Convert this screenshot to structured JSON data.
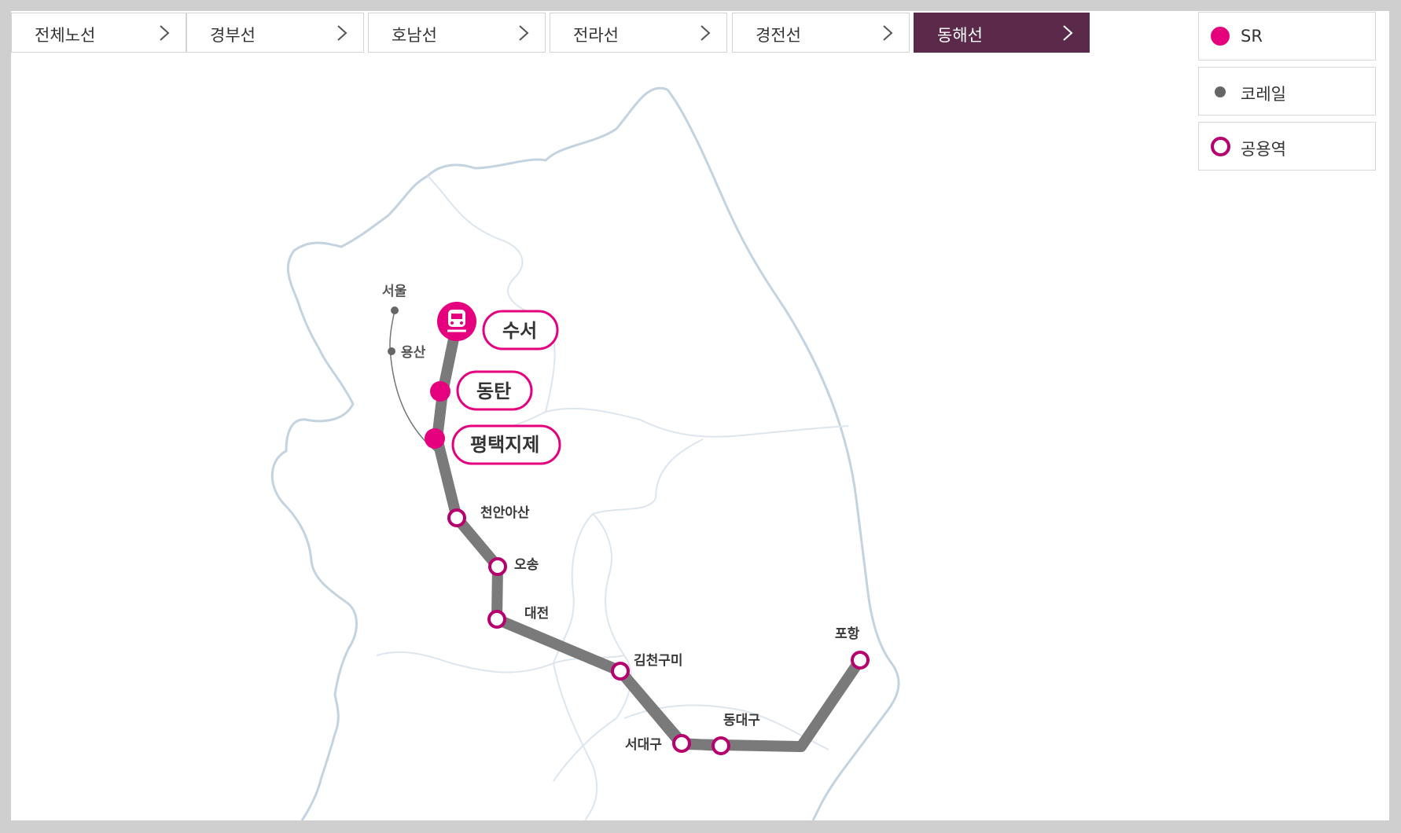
{
  "tabs": [
    {
      "label": "전체노선",
      "active": false
    },
    {
      "label": "경부선",
      "active": false
    },
    {
      "label": "호남선",
      "active": false
    },
    {
      "label": "전라선",
      "active": false
    },
    {
      "label": "경전선",
      "active": false
    },
    {
      "label": "동해선",
      "active": true
    }
  ],
  "legend": [
    {
      "label": "SR",
      "marker": "sr-dot"
    },
    {
      "label": "코레일",
      "marker": "korail-dot"
    },
    {
      "label": "공용역",
      "marker": "shared-ring"
    }
  ],
  "colors": {
    "active_tab": "#5b2a4a",
    "sr": "#e5007e",
    "shared_ring": "#b5006d",
    "korail": "#666666",
    "route_line": "#7a7a7a",
    "map_outline": "#c4d3e0"
  },
  "map": {
    "sr_stations": [
      "수서",
      "동탄",
      "평택지제"
    ],
    "korail_stations": [
      "서울",
      "용산"
    ],
    "shared_stations": [
      "천안아산",
      "오송",
      "대전",
      "김천구미",
      "동대구",
      "서대구",
      "포항"
    ],
    "train_icon": "train-icon"
  }
}
